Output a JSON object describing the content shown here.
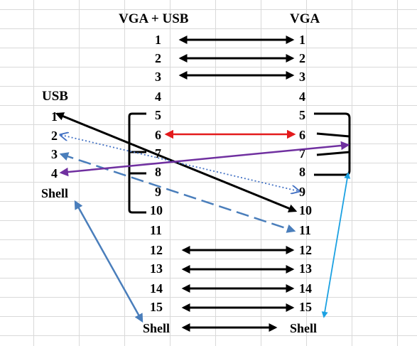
{
  "headers": {
    "vga_usb": "VGA + USB",
    "vga": "VGA",
    "usb": "USB"
  },
  "left_pins": [
    "1",
    "2",
    "3",
    "4",
    "5",
    "6",
    "7",
    "8",
    "9",
    "10",
    "11",
    "12",
    "13",
    "14",
    "15"
  ],
  "right_pins": [
    "1",
    "2",
    "3",
    "4",
    "5",
    "6",
    "7",
    "8",
    "9",
    "10",
    "11",
    "12",
    "13",
    "14",
    "15"
  ],
  "usb_pins": [
    "1",
    "2",
    "3",
    "4"
  ],
  "shell_labels": {
    "usb": "Shell",
    "left": "Shell",
    "right": "Shell"
  },
  "colors": {
    "black": "#000000",
    "red": "#e31a1c",
    "purple": "#7030a0",
    "steel_blue": "#4a7ebb",
    "dotted_blue": "#4472c4",
    "light_blue": "#1ba1e2",
    "grid": "#d9d9d9"
  }
}
